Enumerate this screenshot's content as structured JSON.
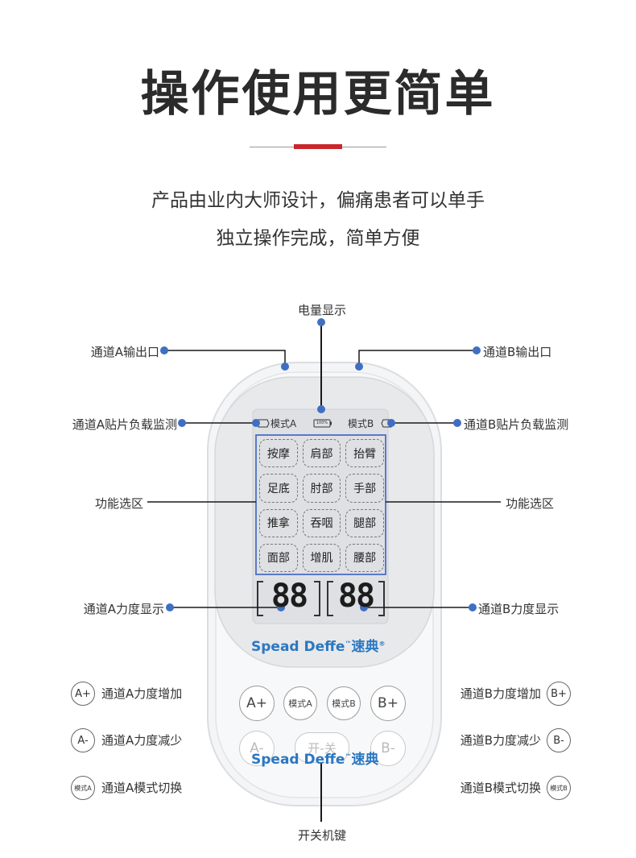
{
  "header": {
    "title": "操作使用更简单",
    "desc_line1": "产品由业内大师设计，偏痛患者可以单手",
    "desc_line2": "独立操作完成，简单方便"
  },
  "callouts": {
    "battery_display": "电量显示",
    "channel_a_output": "通道A输出口",
    "channel_b_output": "通道B输出口",
    "channel_a_pad_monitor": "通道A贴片负载监测",
    "channel_b_pad_monitor": "通道B贴片负载监测",
    "function_area_left": "功能选区",
    "function_area_right": "功能选区",
    "channel_a_intensity_display": "通道A力度显示",
    "channel_b_intensity_display": "通道B力度显示",
    "power_key": "开关机键"
  },
  "device": {
    "mode_a": "模式A",
    "mode_b": "模式B",
    "battery_text": "100%",
    "digits_a": "88",
    "digits_b": "88",
    "brand": "Spead Deffe",
    "brand_tm": "™",
    "brand_cn": "速典",
    "brand_reg": "®",
    "functions": [
      [
        "按摩",
        "肩部",
        "抬臂"
      ],
      [
        "足底",
        "肘部",
        "手部"
      ],
      [
        "推拿",
        "吞咽",
        "腿部"
      ],
      [
        "面部",
        "增肌",
        "腰部"
      ]
    ],
    "buttons": {
      "a_plus": "A+",
      "mode_a": "模式A",
      "mode_b": "模式B",
      "b_plus": "B+",
      "a_minus": "A-",
      "power": "开-关",
      "b_minus": "B-"
    }
  },
  "legend": {
    "left": [
      {
        "icon": "A+",
        "label": "通道A力度增加"
      },
      {
        "icon": "A-",
        "label": "通道A力度减少"
      },
      {
        "icon": "模式A",
        "label": "通道A模式切换"
      }
    ],
    "right": [
      {
        "icon": "B+",
        "label": "通道B力度增加"
      },
      {
        "icon": "B-",
        "label": "通道B力度减少"
      },
      {
        "icon": "模式B",
        "label": "通道B模式切换"
      }
    ]
  },
  "colors": {
    "accent_red": "#c8262a",
    "callout_blue": "#3f6fc4",
    "lcd_frame_blue": "#4a6fc5",
    "brand_blue": "#2a78c2"
  }
}
